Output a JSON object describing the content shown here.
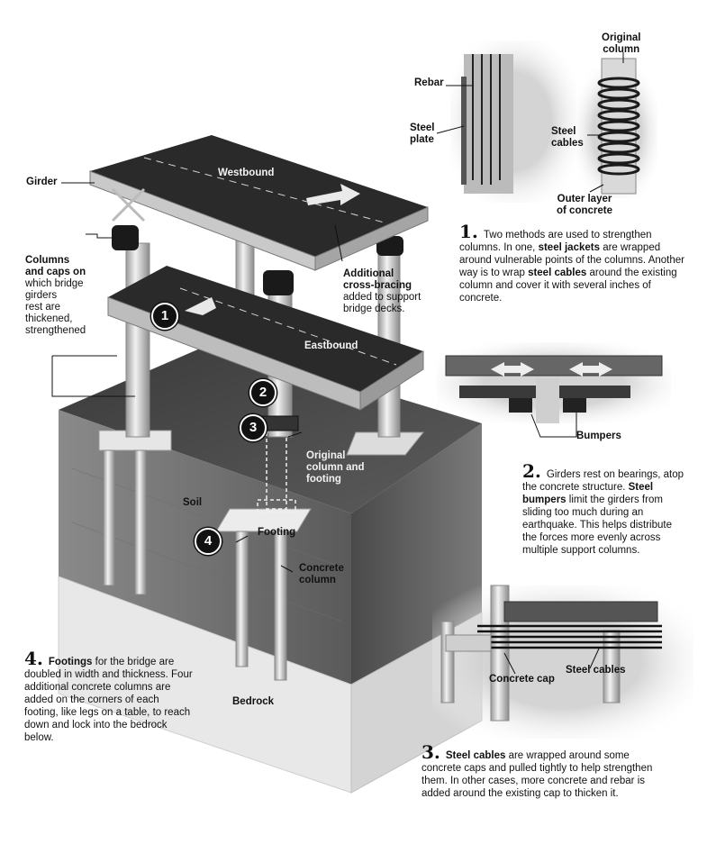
{
  "labels": {
    "girder": "Girder",
    "westbound": "Westbound",
    "eastbound": "Eastbound",
    "columns_caps": [
      "Columns",
      "and caps on",
      "which bridge",
      "girders",
      "rest are",
      "thickened,",
      "strengthened"
    ],
    "cross_bracing": [
      "Additional",
      "cross-bracing",
      "added to support",
      "bridge decks."
    ],
    "rebar": "Rebar",
    "steel_plate": [
      "Steel",
      "plate"
    ],
    "original_column": [
      "Original",
      "column"
    ],
    "steel_cables_top": [
      "Steel",
      "cables"
    ],
    "outer_layer": [
      "Outer layer",
      "of concrete"
    ],
    "bumpers": "Bumpers",
    "original_column_footing": [
      "Original",
      "column and",
      "footing"
    ],
    "soil": "Soil",
    "footing": "Footing",
    "concrete_column": [
      "Concrete",
      "column"
    ],
    "bedrock": "Bedrock",
    "concrete_cap": "Concrete cap",
    "steel_cables_cap": "Steel cables"
  },
  "badges": [
    "1",
    "2",
    "3",
    "4"
  ],
  "notes": {
    "note1": {
      "num": "1.",
      "t1": "Two methods are used to strengthen columns. In one, ",
      "b1": "steel jackets",
      "t2": " are wrapped around vulnerable points of the columns. Another way is to wrap ",
      "b2": "steel cables",
      "t3": " around the existing column and cover it with several inches of concrete."
    },
    "note2": {
      "num": "2.",
      "t1": "Girders rest on bearings, atop the concrete structure. ",
      "b1": "Steel bumpers",
      "t2": " limit the girders from sliding too much during an earthquake. This helps distribute the forces more evenly across multiple support columns."
    },
    "note3": {
      "num": "3.",
      "b1": "Steel cables",
      "t1": " are wrapped around some concrete caps and pulled tightly to help strengthen them. In other cases, more concrete and rebar is added around the existing cap to thicken it."
    },
    "note4": {
      "num": "4.",
      "b1": "Footings",
      "t1": " for the bridge are doubled in width and thickness. Four additional concrete columns are added on the corners of each footing, like legs on a table, to reach down and lock into the bedrock below."
    }
  }
}
